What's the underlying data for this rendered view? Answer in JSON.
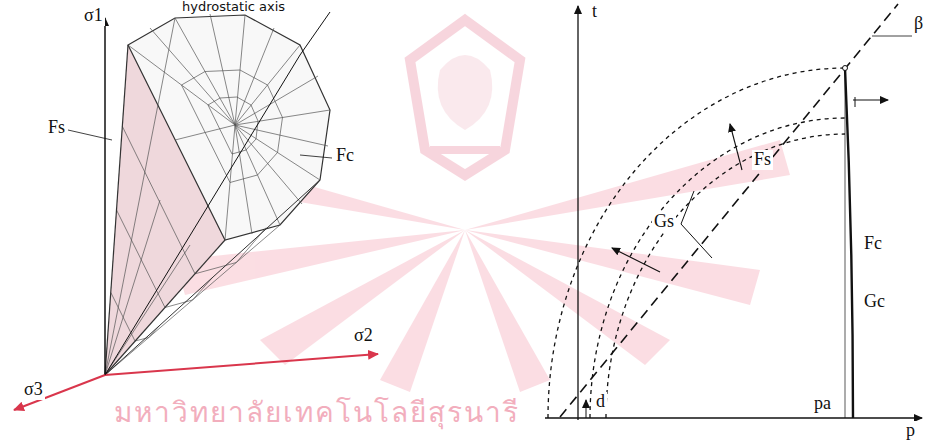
{
  "diagram": {
    "labels": [
      "hydrostatic axis",
      "σ1",
      "σ2",
      "σ3",
      "Fs",
      "Fc",
      "t",
      "β",
      "Fs",
      "Gs",
      "Fc",
      "Gc",
      "d",
      "pa",
      "p",
      "มหาวิทยาลัยเทคโนโลยีสุรนารี"
    ]
  }
}
